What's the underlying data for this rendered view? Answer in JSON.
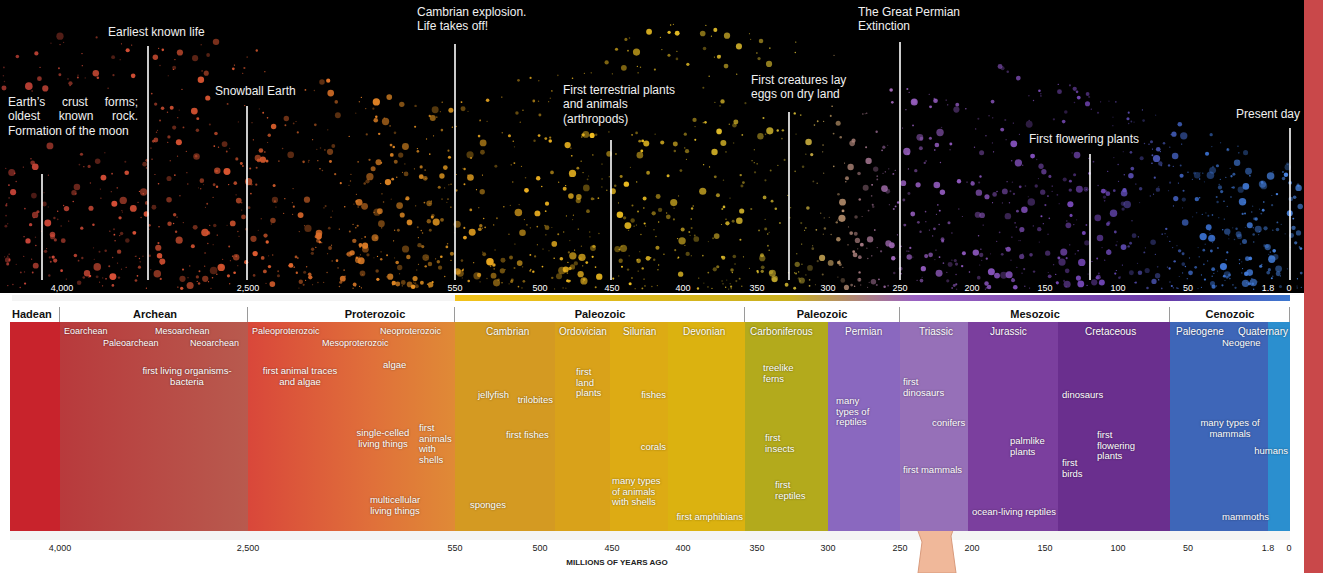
{
  "diagram": {
    "nodes": [
      {
        "text": [
          "Hadean"
        ]
      },
      {
        "text": [
          "Archean"
        ]
      },
      {
        "text": [
          "Proterozoic"
        ]
      },
      {
        "text": [
          "Paleozoic"
        ]
      },
      {
        "text": [
          "Paleozoic"
        ]
      },
      {
        "text": [
          "Mesozoic"
        ]
      },
      {
        "text": [
          "Cenozoic"
        ]
      },
      {
        "text": [
          "Eoarchean",
          "Mesoarchean",
          "Paleoarchean",
          "Neoarchean",
          "first living organisms-bacteria"
        ]
      },
      {
        "text": [
          "Paleoproterozoic",
          "Neoproterozoic",
          "Mesoproterozoic",
          "first animal traces and algae",
          "algae",
          "single-celled living things",
          "first animals with shells",
          "multicellular living things"
        ]
      },
      {
        "text": [
          "Cambrian",
          "jellyfish",
          "trilobites",
          "first fishes",
          "sponges"
        ]
      },
      {
        "text": [
          "Ordovician",
          "first land plants"
        ]
      },
      {
        "text": [
          "Silurian",
          "fishes",
          "corals",
          "many types of animals with shells"
        ]
      },
      {
        "text": [
          "Devonian",
          "first amphibians"
        ]
      },
      {
        "text": [
          "Carboniferous",
          "treelike ferns",
          "first insects",
          "first reptiles"
        ]
      },
      {
        "text": [
          "Permian",
          "many types of reptiles"
        ]
      },
      {
        "text": [
          "Triassic",
          "first dinosaurs",
          "conifers",
          "first mammals"
        ]
      },
      {
        "text": [
          "Jurassic",
          "palmlike plants",
          "ocean-living reptiles"
        ]
      },
      {
        "text": [
          "Cretaceous",
          "dinosaurs",
          "first flowering plants",
          "first birds"
        ]
      },
      {
        "text": [
          "Paleogene",
          "Neogene",
          "Quaternary",
          "many types of mammals",
          "humans",
          "mammoths"
        ]
      }
    ],
    "labels": [
      "Earth’s crust forms; oldest known rock. Formation of the moon",
      "Earliest known life",
      "Snowball Earth",
      "Cambrian explosion. Life takes off!",
      "First terrestrial plants and animals (arthropods)",
      "First creatures lay eggs on dry land",
      "The Great Permian Extinction",
      "First flowering plants",
      "Present day",
      "4,000",
      "2,500",
      "550",
      "500",
      "450",
      "400",
      "350",
      "300",
      "250",
      "200",
      "150",
      "100",
      "50",
      "1.8",
      "0",
      "4,000",
      "2,500",
      "550",
      "500",
      "450",
      "400",
      "350",
      "300",
      "250",
      "200",
      "150",
      "100",
      "50",
      "1.8",
      "0",
      "MILLIONS OF YEARS AGO"
    ]
  }
}
